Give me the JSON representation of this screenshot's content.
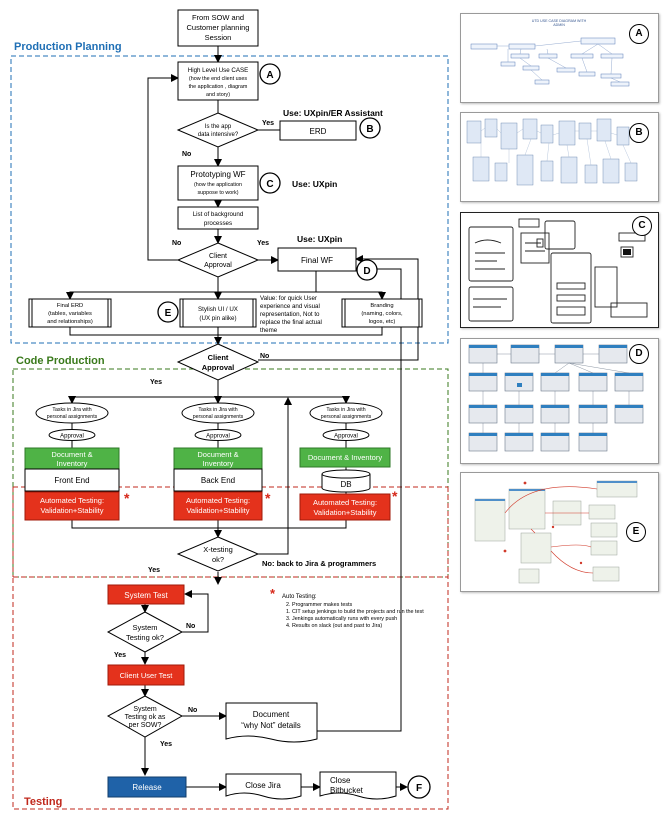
{
  "sections": {
    "production_planning": "Production Planning",
    "code_production": "Code Production",
    "testing": "Testing"
  },
  "colors": {
    "planning": "#1f6fb5",
    "code": "#3a7a1c",
    "testing": "#c0281c",
    "green": "#4fb346",
    "red": "#e4321c",
    "blue": "#1f62a8"
  },
  "start": [
    "From SOW and",
    "Customer planning",
    "Session"
  ],
  "use_case": [
    "High Level Use CASE",
    "(how the end client uses",
    "the application , diagram",
    "and story)"
  ],
  "data_intensive": [
    "Is the app",
    "data intensive?"
  ],
  "yes": "Yes",
  "no": "No",
  "use_uxpin_er": "Use: UXpin/ER Assistant",
  "erd": "ERD",
  "prototyping": [
    "Prototyping WF",
    "(how the application",
    "suppose to work)"
  ],
  "use_uxpin": "Use: UXpin",
  "background": [
    "List of background",
    "processes"
  ],
  "client_approval": [
    "Client",
    "Approval"
  ],
  "final_wf": "Final WF",
  "final_erd": [
    "Final ERD",
    "(tables, variables",
    "and relationships)"
  ],
  "stylish": [
    "Stylish UI / UX",
    "(UX pin alike)"
  ],
  "value_note": [
    "Value: for quick User",
    "experience and visual",
    "representation, Not to",
    "replace the final actual",
    "theme"
  ],
  "branding": [
    "Branding",
    "(naming, colors,",
    "logos, etc)"
  ],
  "tasks_personal": [
    "Tasks in Jira with",
    "personal assignments"
  ],
  "approval": "Approval",
  "doc_inventory": [
    "Document &",
    "Inventory"
  ],
  "doc_inventory_single": "Document & Inventory",
  "front_end": "Front End",
  "back_end": "Back End",
  "db": "DB",
  "auto_testing": [
    "Automated Testing:",
    "Validation+Stability"
  ],
  "star": "*",
  "x_testing": [
    "X-testing",
    "ok?"
  ],
  "back_to_jira": "No: back to Jira & programmers",
  "system_test": "System Test",
  "system_ok": [
    "System",
    "Testing ok?"
  ],
  "client_user_test": "Client User Test",
  "system_sow": [
    "System",
    "Testing ok as",
    "per SOW?"
  ],
  "document_why": [
    "Document",
    "“why Not” details"
  ],
  "release": "Release",
  "close_jira": "Close Jira",
  "close_bitbucket": [
    "Close",
    "Bitbucket"
  ],
  "auto_notes": {
    "title": "Auto Testing:",
    "items": [
      "2. Programmer makes tests",
      "1. CIT setup jenkings to build the projects and run the test",
      "3. Jenkings automatically runs with every push",
      "4. Results on slack  (out and past to Jira)"
    ]
  },
  "labels": {
    "A": "A",
    "B": "B",
    "C": "C",
    "D": "D",
    "E": "E",
    "F": "F"
  },
  "thumb_a_title": [
    "UTD USE CASE DIAGRAM WITH",
    "ADMIN"
  ]
}
